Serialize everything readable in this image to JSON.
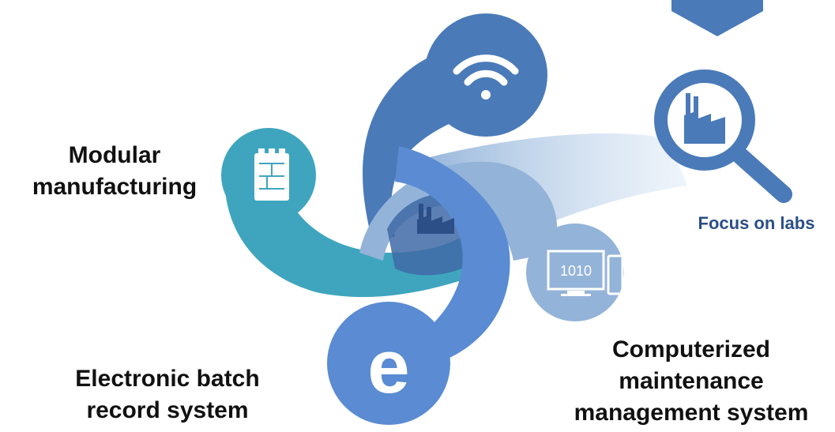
{
  "diagram": {
    "labels": {
      "modular": [
        "Modular",
        "manufacturing"
      ],
      "ebr": [
        "Electronic batch",
        "record system"
      ],
      "cmms": [
        "Computerized",
        "maintenance",
        "management system"
      ],
      "focus": "Focus on labs"
    },
    "monitor_text": "1010",
    "icons": [
      "wifi-icon",
      "battery-modules-icon",
      "factory-icon",
      "e-letter-icon",
      "computer-icon",
      "magnifier-factory-icon",
      "down-arrow-icon"
    ],
    "colors": {
      "dark_blue": "#4a7ab8",
      "teal": "#3fa5bf",
      "bright_blue": "#5a8bd3",
      "light_blue": "#93b3d9",
      "label_blue": "#2b4f86"
    },
    "e_letter": "e"
  }
}
